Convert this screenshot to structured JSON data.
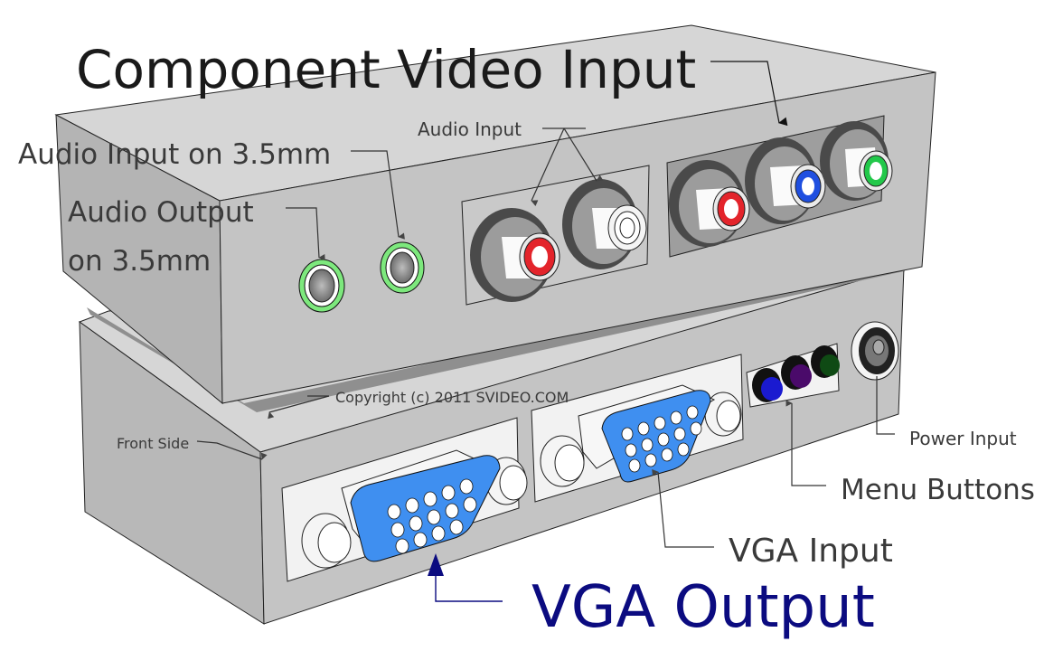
{
  "diagram": {
    "title": "Component Video Input",
    "labels": {
      "audio_input_35": "Audio Input on 3.5mm",
      "audio_output_35_line1": "Audio Output",
      "audio_output_35_line2": "on 3.5mm",
      "audio_input_rca": "Audio Input",
      "copyright": "Copyright (c) 2011 SVIDEO.COM",
      "front_side": "Front Side",
      "power_input": "Power Input",
      "menu_buttons": "Menu Buttons",
      "vga_input": "VGA Input",
      "vga_output": "VGA Output"
    },
    "colors": {
      "box_top": "#d4d4d4",
      "box_front": "#c3c3c3",
      "box_side": "#b2b2b2",
      "panel_dark": "#9a9a9a",
      "vga_blue": "#3f8ff0",
      "audio_green": "#7de87d",
      "rca_red": "#e3242b",
      "rca_blue": "#1f4fe0",
      "rca_green": "#22c84a",
      "btn_blue": "#1a1ad0",
      "btn_purple": "#4a0a6a",
      "btn_green": "#0f4a14",
      "vga_output_label": "#0b0b80"
    },
    "components": [
      {
        "name": "audio-output-3.5mm-jack",
        "color": "green"
      },
      {
        "name": "audio-input-3.5mm-jack",
        "color": "green"
      },
      {
        "name": "audio-input-rca-left",
        "color": "red"
      },
      {
        "name": "audio-input-rca-right",
        "color": "white"
      },
      {
        "name": "component-video-y",
        "color": "green"
      },
      {
        "name": "component-video-pb",
        "color": "blue"
      },
      {
        "name": "component-video-pr",
        "color": "red"
      },
      {
        "name": "menu-button-1",
        "color": "blue"
      },
      {
        "name": "menu-button-2",
        "color": "purple"
      },
      {
        "name": "menu-button-3",
        "color": "green"
      },
      {
        "name": "power-input-jack",
        "color": "black"
      },
      {
        "name": "vga-input-port",
        "color": "blue"
      },
      {
        "name": "vga-output-port",
        "color": "blue"
      }
    ]
  }
}
